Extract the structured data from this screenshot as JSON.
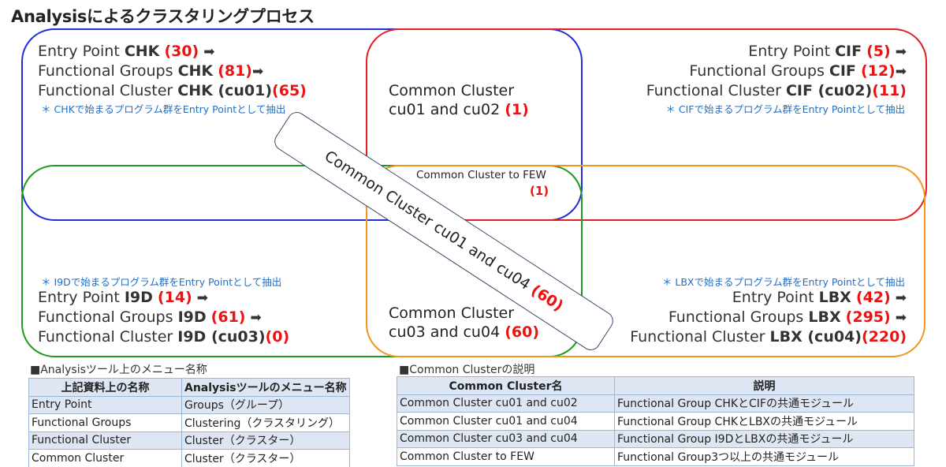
{
  "title": "Analysisによるクラスタリングプロセス",
  "groups": {
    "chk": {
      "entry_label": "Entry Point ",
      "entry_key": "CHK",
      "entry_count": "(30)",
      "fg_label": "Functional Groups ",
      "fg_key": "CHK",
      "fg_count": "(81)",
      "fc_label": "Functional Cluster ",
      "fc_key": "CHK (cu01)",
      "fc_count": "(65)",
      "note": "＊ CHKで始まるプログラム群をEntry Pointとして抽出",
      "color": "#1f2fd6"
    },
    "cif": {
      "entry_label": "Entry Point ",
      "entry_key": "CIF",
      "entry_count": "(5)",
      "fg_label": "Functional Groups ",
      "fg_key": "CIF",
      "fg_count": "(12)",
      "fc_label": "Functional Cluster ",
      "fc_key": "CIF (cu02)",
      "fc_count": "(11)",
      "note": "＊ CIFで始まるプログラム群をEntry Pointとして抽出",
      "color": "#e21e26"
    },
    "i9d": {
      "entry_label": "Entry Point ",
      "entry_key": "I9D",
      "entry_count": "(14)",
      "fg_label": "Functional Groups ",
      "fg_key": "I9D",
      "fg_count": "(61)",
      "fc_label": "Functional Cluster ",
      "fc_key": "I9D (cu03)",
      "fc_count": "(0)",
      "note": "＊ I9Dで始まるプログラム群をEntry Pointとして抽出",
      "color": "#1e9a1e"
    },
    "lbx": {
      "entry_label": "Entry Point ",
      "entry_key": "LBX",
      "entry_count": "(42)",
      "fg_label": "Functional Groups ",
      "fg_key": "LBX",
      "fg_count": "(295)",
      "fc_label": "Functional Cluster ",
      "fc_key": "LBX (cu04)",
      "fc_count": "(220)",
      "note": "＊ LBXで始まるプログラム群をEntry Pointとして抽出",
      "color": "#f3971c"
    }
  },
  "arrow_glyph": "➡",
  "common": {
    "c12_line1": "Common Cluster",
    "c12_line2": "cu01 and cu02 ",
    "c12_count": "(1)",
    "c34_line1": "Common Cluster",
    "c34_line2": "cu03 and cu04 ",
    "c34_count": "(60)",
    "few_label": "Common Cluster to FEW",
    "few_count": "(1)",
    "diag_label": "Common Cluster cu01 and cu04",
    "diag_count": "(60)"
  },
  "menu_section": {
    "title": "■Analysisツール上のメニュー名称",
    "headers": [
      "上記資料上の名称",
      "Analysisツールのメニュー名称"
    ],
    "rows": [
      [
        "Entry Point",
        "Groups（グループ）"
      ],
      [
        "Functional Groups",
        "Clustering（クラスタリング）"
      ],
      [
        "Functional Cluster",
        "Cluster（クラスター）"
      ],
      [
        "Common Cluster",
        "Cluster（クラスター）"
      ]
    ]
  },
  "common_section": {
    "title": "■Common Clusterの説明",
    "headers": [
      "Common Cluster名",
      "説明"
    ],
    "rows": [
      [
        "Common Cluster cu01 and cu02",
        "Functional Group CHKとCIFの共通モジュール"
      ],
      [
        "Common Cluster cu01 and cu04",
        "Functional Group CHKとLBXの共通モジュール"
      ],
      [
        "Common Cluster cu03 and cu04",
        "Functional Group I9DとLBXの共通モジュール"
      ],
      [
        "Common Cluster to FEW",
        "Functional Group3つ以上の共通モジュール"
      ]
    ]
  }
}
